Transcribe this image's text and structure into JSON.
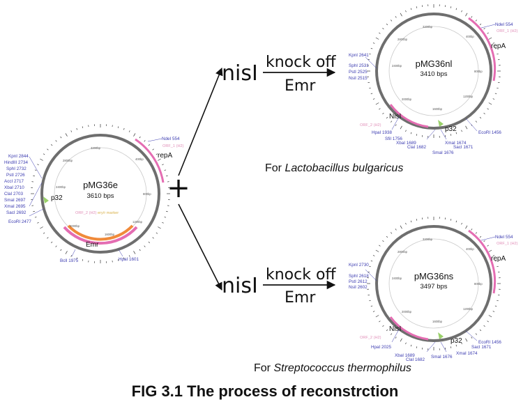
{
  "figure": {
    "caption": "FIG 3.1 The process of reconstrction",
    "plus": "+",
    "branches": [
      {
        "insert": "nisI",
        "top_label": "knock off",
        "bottom_label": "Emr"
      },
      {
        "insert": "nisI",
        "top_label": "knock off",
        "bottom_label": "Emr"
      }
    ],
    "targets": [
      {
        "prefix": "For ",
        "organism": "Lactobacillus bulgaricus"
      },
      {
        "prefix": "For ",
        "organism": "Streptococcus thermophilus"
      }
    ]
  },
  "plasmids": {
    "pMG36e": {
      "name": "pMG36e",
      "size": "3610 bps",
      "features": {
        "repA": "repA",
        "p32": "p32",
        "emr": "Emr"
      },
      "orf1": "ORF_1 (H2)",
      "orf2": "ORF_2 (H2)",
      "marker": "ery/r marker",
      "sites": [
        "NdeI 554",
        "KpnI 2844",
        "HindIII 2734",
        "SphI 2732",
        "PstI 2726",
        "AccI 2717",
        "XbaI 2710",
        "ClaI 2703",
        "SmaI 2697",
        "XmaI 2695",
        "SacI 2692",
        "EcoRI 2477",
        "BclI 1975",
        "HpaI 1601"
      ],
      "ticks": [
        "400bp",
        "800bp",
        "1200bp",
        "1600bp",
        "2000bp",
        "2400bp",
        "2800bp",
        "3200bp"
      ]
    },
    "pMG36nl": {
      "name": "pMG36nl",
      "size": "3410 bps",
      "features": {
        "repA": "repA",
        "nisI": "NisI",
        "p32": "p32"
      },
      "orf1": "ORF_1 (H2)",
      "orf2": "ORF_2 (H2)",
      "sites": [
        "NdeI 554",
        "KpnI 2641",
        "SphI 2531",
        "PstI 2525",
        "NsiI 2515",
        "HpaI 1938",
        "SfiI 1756",
        "XbaI 1689",
        "ClaI 1682",
        "SmaI 1676",
        "XmaI 1674",
        "SacI 1671",
        "EcoRI 1456"
      ],
      "ticks": [
        "400bp",
        "800bp",
        "1200bp",
        "1600bp",
        "2000bp",
        "2400bp",
        "2800bp",
        "3200bp"
      ]
    },
    "pMG36ns": {
      "name": "pMG36ns",
      "size": "3497 bps",
      "features": {
        "repA": "repA",
        "nisI": "NisI",
        "p32": "p32"
      },
      "orf1": "ORF_1 (H2)",
      "orf2": "ORF_2 (H2)",
      "sites": [
        "NdeI 554",
        "KpnI 2730",
        "SphI 2618",
        "PstI 2612",
        "NsiI 2602",
        "HpaI 2025",
        "XbaI 1689",
        "ClaI 1682",
        "SmaI 1676",
        "XmaI 1674",
        "SacI 1671",
        "EcoRI 1456"
      ],
      "ticks": [
        "400bp",
        "800bp",
        "1200bp",
        "1600bp",
        "2000bp",
        "2400bp",
        "2800bp",
        "3200bp"
      ]
    }
  },
  "colors": {
    "backbone": "#6e6e6e",
    "repA": "#e46db2",
    "emr_outer": "#e46db2",
    "emr_inner": "#f08a3a",
    "p32": "#9ad06a",
    "site": "#3a3ab0",
    "orf": "#e08fb8",
    "marker": "#d9b14a"
  }
}
